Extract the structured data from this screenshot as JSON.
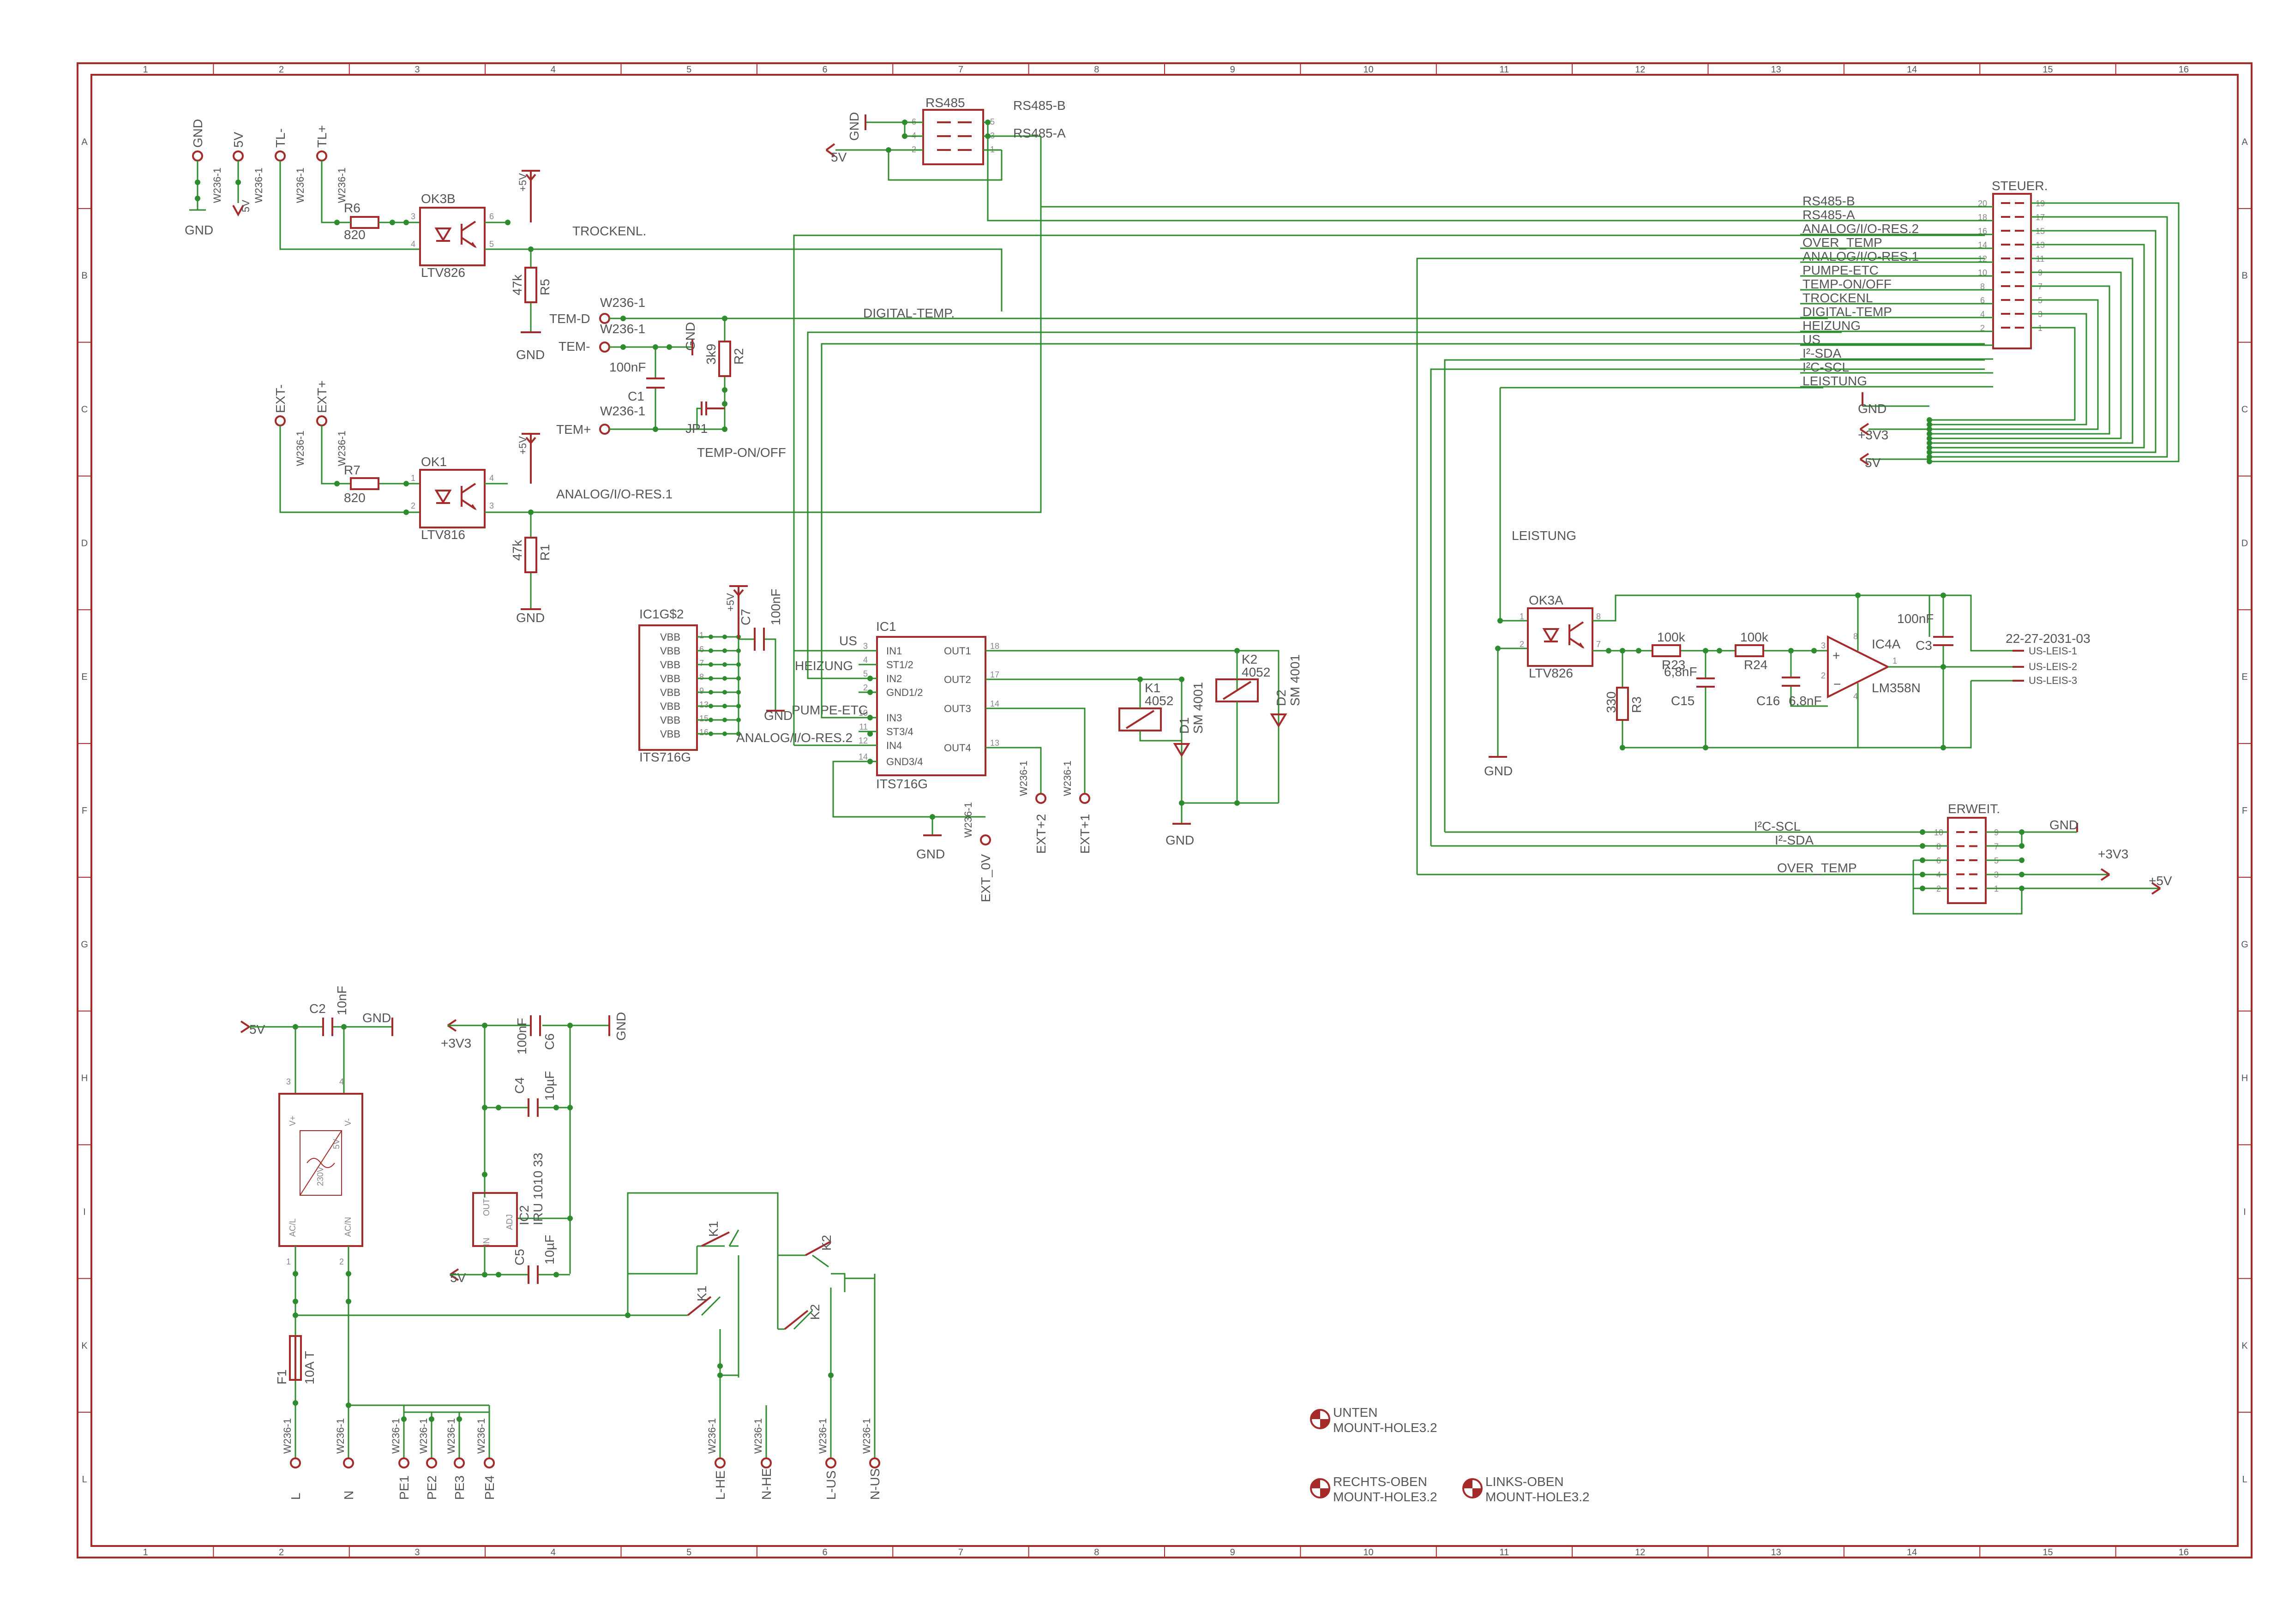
{
  "grid": {
    "columns": [
      "1",
      "2",
      "3",
      "4",
      "5",
      "6",
      "7",
      "8",
      "9",
      "10",
      "11",
      "12",
      "13",
      "14",
      "15",
      "16"
    ],
    "rows": [
      "A",
      "B",
      "C",
      "D",
      "E",
      "F",
      "G",
      "H",
      "I",
      "K",
      "L"
    ]
  },
  "colors": {
    "symbol": "#a52a2a",
    "wire": "#2e8b2e",
    "text": "#555555"
  },
  "tl_inputs": {
    "gnd_top": "GND",
    "v5": "5V",
    "tl_minus": "TL-",
    "tl_plus": "TL+",
    "w1": "W236-1",
    "w2": "W236-1",
    "w3": "W236-1",
    "w4": "W236-1",
    "gnd_bottom": "GND",
    "v5_arrow": "5V"
  },
  "r6": {
    "name": "R6",
    "value": "820"
  },
  "ok3b": {
    "name": "OK3B",
    "type": "LTV826",
    "p3": "3",
    "p4": "4",
    "p5": "5",
    "p6": "6"
  },
  "r5": {
    "name": "R5",
    "value": "47k"
  },
  "net_trockenl": "TROCKENL.",
  "vcc_5v": "+5V",
  "gnd": "GND",
  "tem": {
    "w_d": "W236-1",
    "tem_d": "TEM-D",
    "w_m": "W236-1",
    "tem_m": "TEM-",
    "c1_value": "100nF",
    "c1_name": "C1",
    "w_p": "W236-1",
    "tem_p": "TEM+",
    "r2_name": "R2",
    "r2_value": "3k9",
    "jp1": "JP1",
    "net_digital": "DIGITAL-TEMP.",
    "net_temp_onoff": "TEMP-ON/OFF"
  },
  "ext": {
    "ext_minus": "EXT-",
    "ext_plus": "EXT+",
    "w1": "W236-1",
    "w2": "W236-1"
  },
  "r7": {
    "name": "R7",
    "value": "820"
  },
  "ok1": {
    "name": "OK1",
    "type": "LTV816",
    "p1": "1",
    "p2": "2",
    "p3": "3",
    "p4": "4"
  },
  "r1": {
    "name": "R1",
    "value": "47k"
  },
  "net_analog1": "ANALOG/I/O-RES.1",
  "rs485": {
    "name": "RS485",
    "net_b": "RS485-B",
    "net_a": "RS485-A",
    "gnd": "GND",
    "v5": "5V",
    "pins_left": [
      "6",
      "4",
      "2"
    ],
    "pins_right": [
      "5",
      "3",
      "1"
    ]
  },
  "steuer": {
    "name": "STEUER.",
    "nets": [
      "RS485-B",
      "RS485-A",
      "ANALOG/I/O-RES.2",
      "OVER_TEMP",
      "ANALOG/I/O-RES.1",
      "PUMPE-ETC",
      "TEMP-ON/OFF",
      "TROCKENL",
      "DIGITAL-TEMP",
      "HEIZUNG",
      "US",
      "I²-SDA",
      "I²C-SCL",
      "LEISTUNG"
    ],
    "pins_left": [
      "20",
      "18",
      "16",
      "14",
      "12",
      "10",
      "8",
      "6",
      "4",
      "2"
    ],
    "pins_right": [
      "19",
      "17",
      "15",
      "13",
      "11",
      "9",
      "7",
      "5",
      "3",
      "1"
    ],
    "gnd": "GND",
    "v33": "+3V3",
    "v5": "5V"
  },
  "ic1g2": {
    "name": "IC1G$2",
    "type": "ITS716G",
    "pins": [
      "VBB",
      "VBB",
      "VBB",
      "VBB",
      "VBB",
      "VBB",
      "VBB",
      "VBB"
    ],
    "pin_nums": [
      "1",
      "6",
      "7",
      "8",
      "9",
      "13",
      "15",
      "16"
    ]
  },
  "c7": {
    "name": "C7",
    "value": "100nF"
  },
  "ic1": {
    "name": "IC1",
    "type": "ITS716G",
    "left_pins": [
      "IN1",
      "ST1/2",
      "IN2",
      "GND1/2",
      "IN3",
      "ST3/4",
      "IN4",
      "GND3/4"
    ],
    "left_nums": [
      "3",
      "4",
      "5",
      "2",
      "10",
      "11",
      "12",
      "14"
    ],
    "right_pins": [
      "OUT1",
      "OUT2",
      "OUT3",
      "OUT4"
    ],
    "right_nums": [
      "18",
      "17",
      "14",
      "13"
    ],
    "net_us": "US",
    "net_heizung": "HEIZUNG",
    "net_pumpe": "PUMPE-ETC",
    "net_analog2": "ANALOG/I/O-RES.2",
    "gnd": "GND",
    "w236": "W236-1",
    "ext_0v": "EXT_0V",
    "ext2": "EXT+2",
    "ext1": "EXT+1",
    "w_e2": "W236-1",
    "w_e1": "W236-1"
  },
  "k1": {
    "name": "K1",
    "value": "4052"
  },
  "k2": {
    "name": "K2",
    "value": "4052"
  },
  "d1": {
    "name": "D1",
    "value": "SM 4001"
  },
  "d2": {
    "name": "D2",
    "value": "SM 4001"
  },
  "net_leistung": "LEISTUNG",
  "ok3a": {
    "name": "OK3A",
    "type": "LTV826",
    "p1": "1",
    "p2": "2",
    "p7": "7",
    "p8": "8"
  },
  "r23": {
    "name": "R23",
    "value": "100k"
  },
  "r24": {
    "name": "R24",
    "value": "100k"
  },
  "c15": {
    "name": "C15",
    "value": "6,8nF"
  },
  "c16": {
    "name": "C16",
    "value": "6,8nF"
  },
  "r3": {
    "name": "R3",
    "value": "330"
  },
  "ic4a": {
    "name": "IC4A",
    "type": "LM358N",
    "p1": "1",
    "p2": "2",
    "p3": "3",
    "p4": "4",
    "p8": "8"
  },
  "c3": {
    "name": "C3",
    "value": "100nF"
  },
  "leis_conn": {
    "name": "22-27-2031-03",
    "pins": [
      "US-LEIS-1",
      "US-LEIS-2",
      "US-LEIS-3"
    ]
  },
  "erweit": {
    "name": "ERWEIT.",
    "nets": [
      "I²C-SCL",
      "I²-SDA",
      "OVER_TEMP"
    ],
    "gnd": "GND",
    "v33": "+3V3",
    "v5": "+5V",
    "pins_left": [
      "10",
      "8",
      "6",
      "4",
      "2"
    ],
    "pins_right": [
      "9",
      "7",
      "5",
      "3",
      "1"
    ]
  },
  "psu": {
    "c2_name": "C2",
    "c2_value": "10nF",
    "v5": "5V",
    "gnd": "GND",
    "vplus": "V+",
    "vminus": "V-",
    "acl": "AC/L",
    "acn": "AC/N",
    "v230": "230V",
    "v5out": "5V",
    "p1": "1",
    "p2": "2",
    "p3": "3",
    "p4": "4"
  },
  "f1": {
    "name": "F1",
    "value": "10A T"
  },
  "reg": {
    "v33": "+3V3",
    "gnd": "GND",
    "c6_name": "C6",
    "c6_value": "100nF",
    "c4_name": "C4",
    "c4_value": "10µF",
    "ic2_name": "IC2",
    "ic2_type": "IRU 1010 33",
    "out": "OUT",
    "in": "IN",
    "adj": "ADJ",
    "c5_name": "C5",
    "c5_value": "10µF",
    "v5": "5V"
  },
  "relay_contacts": {
    "k1a": "K1",
    "k1b": "K1",
    "k2a": "K2",
    "k2b": "K2"
  },
  "terminals": [
    {
      "w": "W236-1",
      "name": "L"
    },
    {
      "w": "W236-1",
      "name": "N"
    },
    {
      "w": "W236-1",
      "name": "PE1"
    },
    {
      "w": "W236-1",
      "name": "PE2"
    },
    {
      "w": "W236-1",
      "name": "PE3"
    },
    {
      "w": "W236-1",
      "name": "PE4"
    },
    {
      "w": "W236-1",
      "name": "L-HE"
    },
    {
      "w": "W236-1",
      "name": "N-HE"
    },
    {
      "w": "W236-1",
      "name": "L-US"
    },
    {
      "w": "W236-1",
      "name": "N-US"
    }
  ],
  "mount_holes": [
    {
      "name": "UNTEN",
      "type": "MOUNT-HOLE3.2"
    },
    {
      "name": "RECHTS-OBEN",
      "type": "MOUNT-HOLE3.2"
    },
    {
      "name": "LINKS-OBEN",
      "type": "MOUNT-HOLE3.2"
    }
  ]
}
